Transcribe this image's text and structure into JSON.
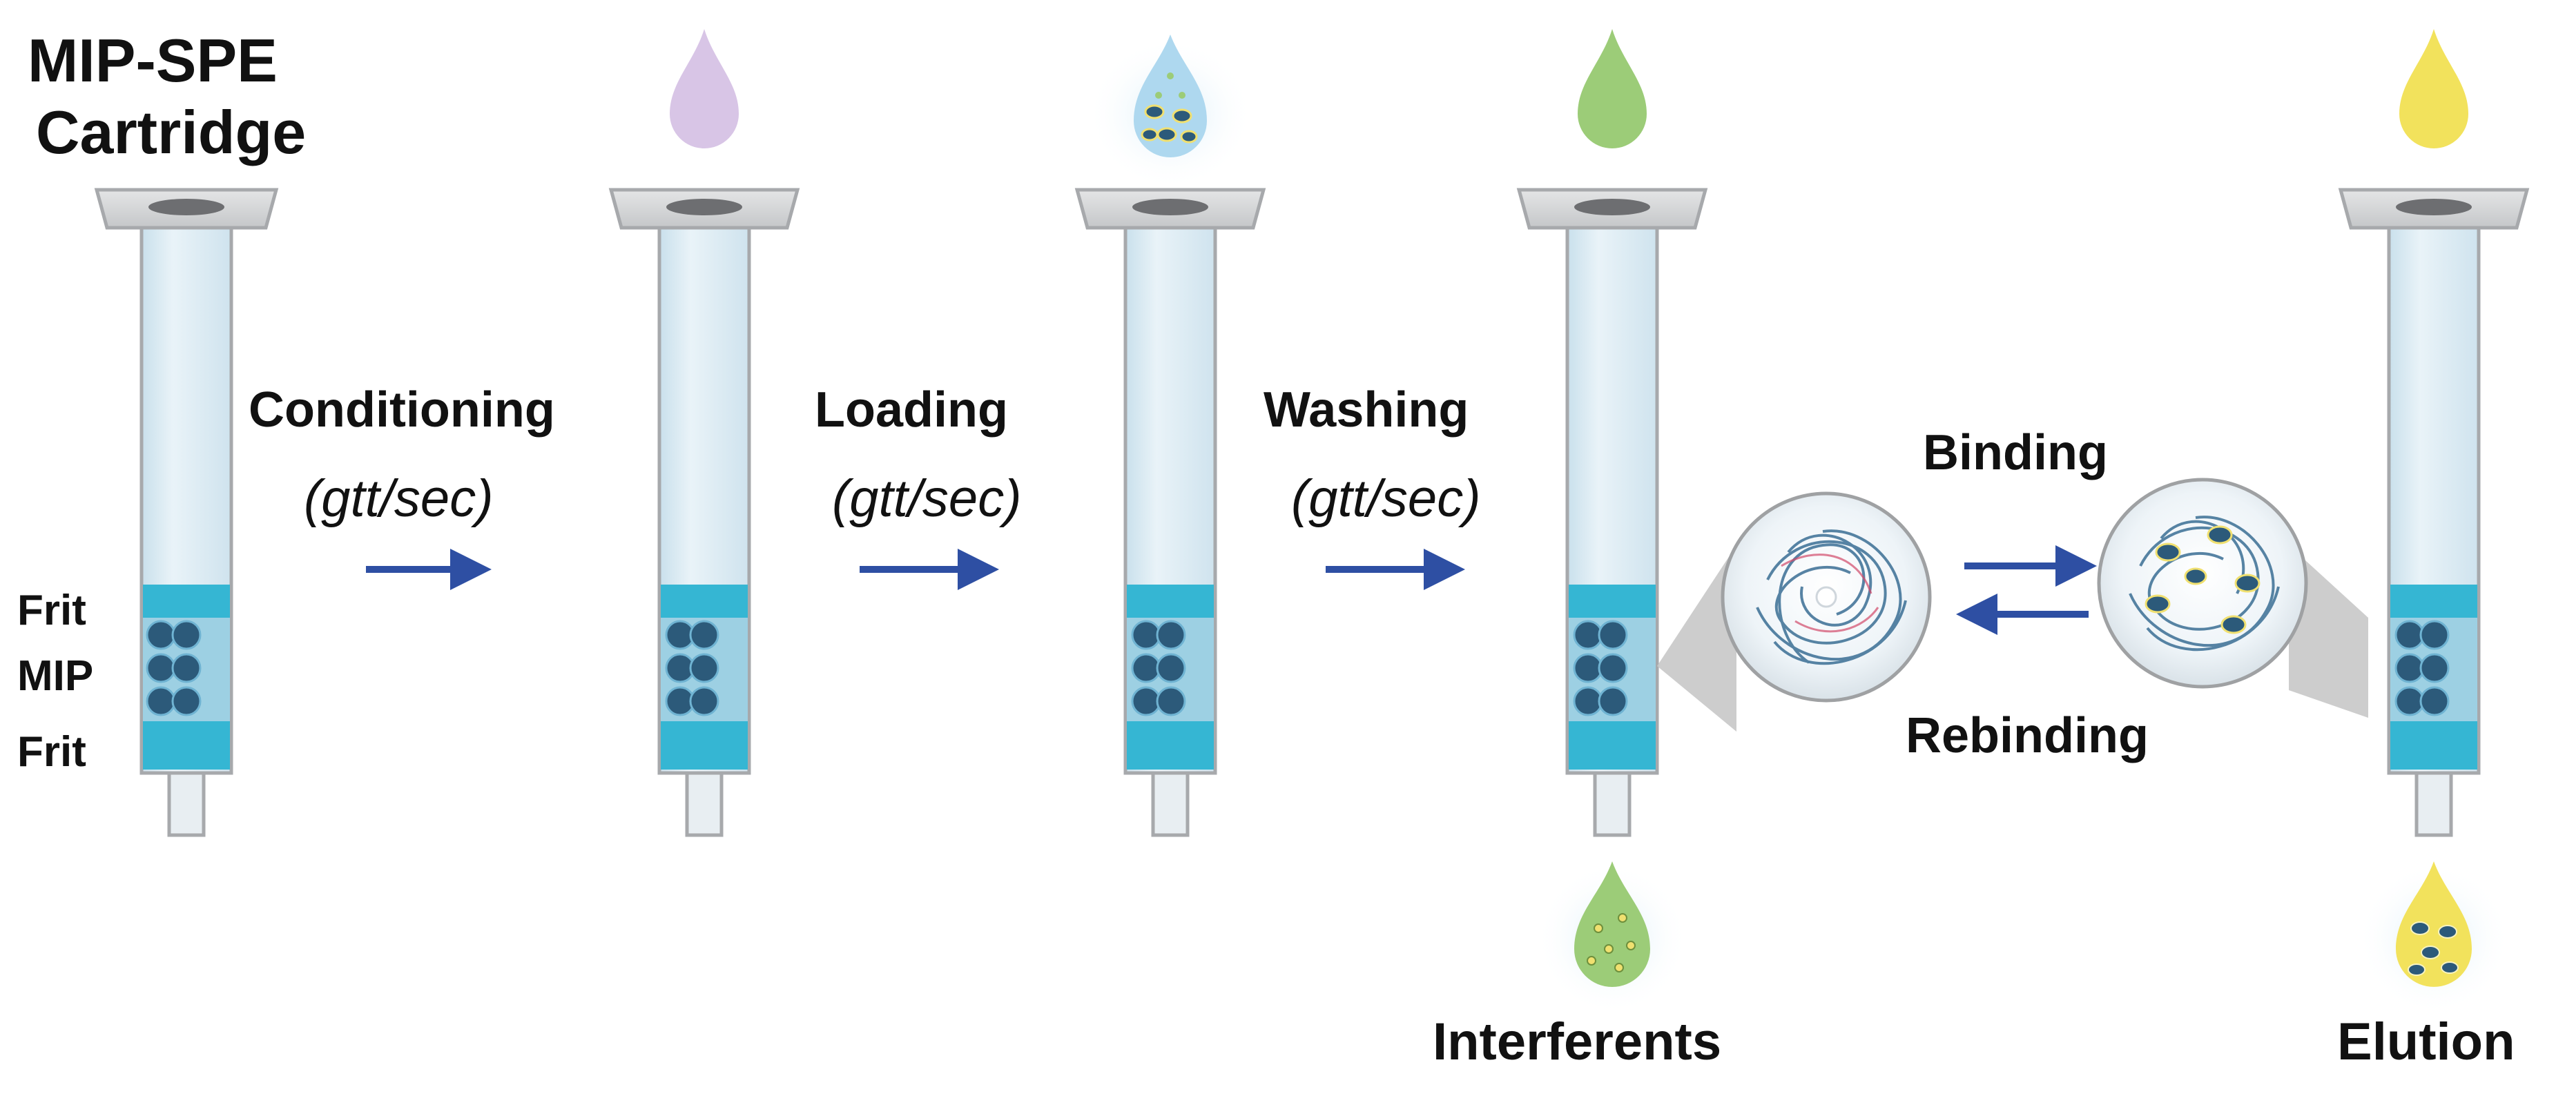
{
  "title": {
    "line1": "MIP-SPE",
    "line2": "Cartridge"
  },
  "layer_labels": {
    "top_frit": "Frit",
    "mip": "MIP",
    "bottom_frit": "Frit"
  },
  "steps": [
    {
      "label": "Conditioning",
      "rate": "(gtt/sec)"
    },
    {
      "label": "Loading",
      "rate": "(gtt/sec)"
    },
    {
      "label": "Washing",
      "rate": "(gtt/sec)"
    }
  ],
  "equilibrium": {
    "forward": "Binding",
    "reverse": "Rebinding"
  },
  "outputs": {
    "interferents": "Interferents",
    "elution": "Elution"
  },
  "colors": {
    "tube_fill": "#dcebf2",
    "tube_stroke": "#a7a9ac",
    "frit": "#35b6d3",
    "mip_bead": "#2c5a7a",
    "arrow": "#2e4fa3",
    "drop_conditioning": "#d8c5e6",
    "drop_loading": "#aed8ef",
    "drop_washing": "#9ccc78",
    "drop_elution": "#f2e25c",
    "zoom_cone": "#c8c8c8"
  }
}
